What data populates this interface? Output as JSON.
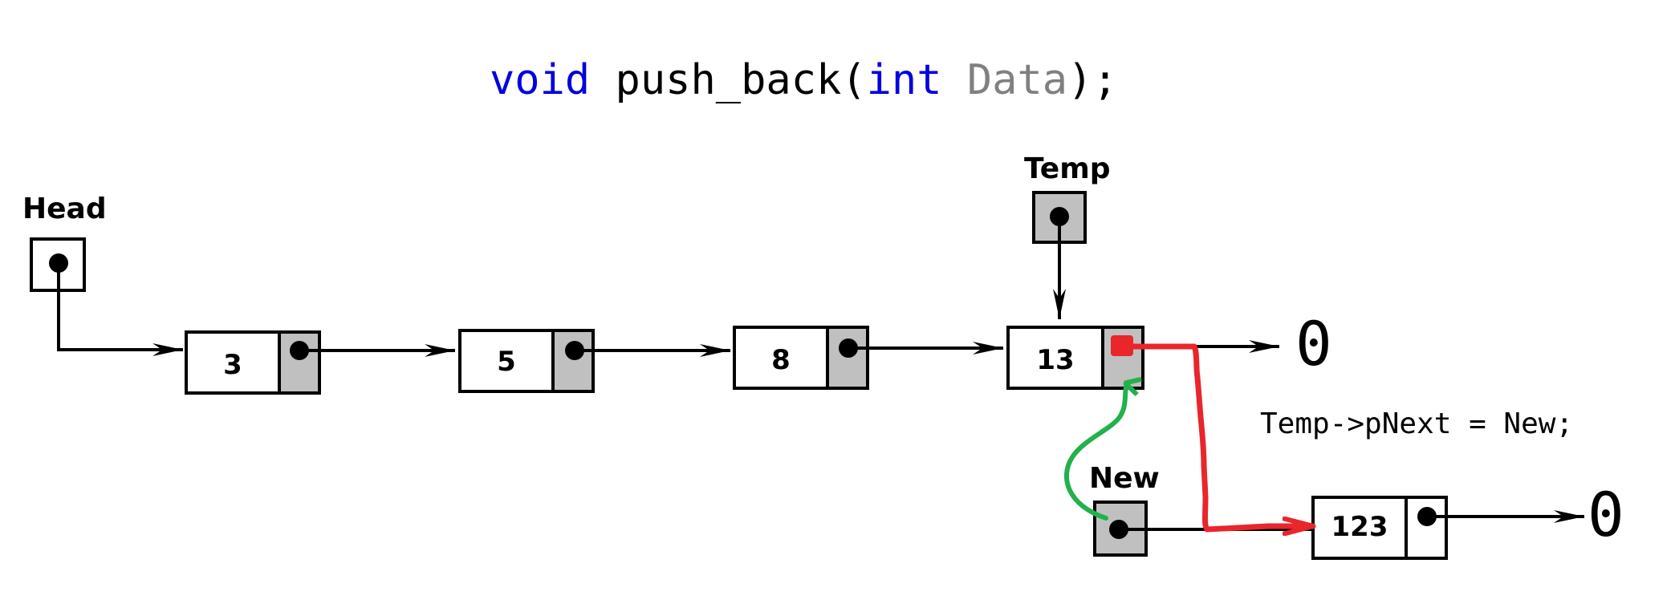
{
  "title": {
    "keyword1": "void",
    "func": " push_back(",
    "keyword2": "int",
    "param": " Data",
    "end": ");"
  },
  "labels": {
    "head": "Head",
    "temp": "Temp",
    "new": "New"
  },
  "nodes": [
    "3",
    "5",
    "8",
    "13"
  ],
  "new_node": "123",
  "null1": "0",
  "null2": "0",
  "code": "Temp->pNext = New;",
  "colors": {
    "keyword": "#0000e0",
    "param": "#808080",
    "red": "#e8262b",
    "green": "#22b14c",
    "pointer_fill": "#c0c0c0"
  }
}
